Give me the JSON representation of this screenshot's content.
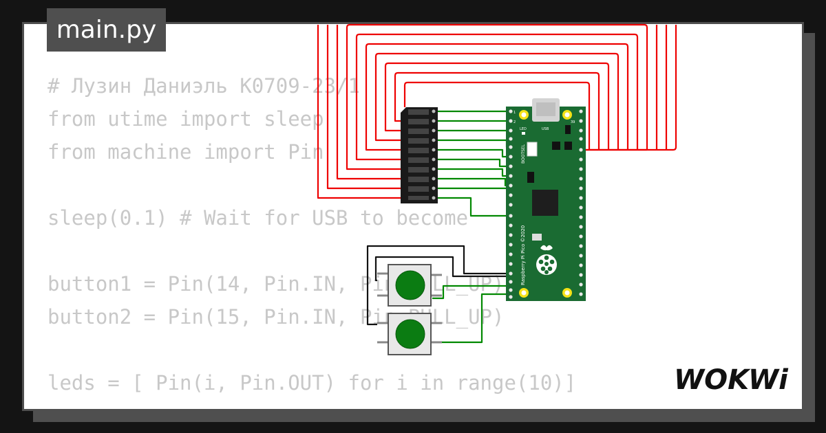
{
  "file_tab": {
    "label": "main.py"
  },
  "code": {
    "lines": [
      "# Лузин Даниэль К0709-23/1",
      "from utime import sleep",
      "from machine import Pin",
      "",
      "sleep(0.1) # Wait for USB to become",
      "",
      "button1 = Pin(14, Pin.IN, Pin.PULL_UP)",
      "button2 = Pin(15, Pin.IN, Pin.PULL_UP)",
      "",
      "leds = [ Pin(i, Pin.OUT) for i in range(10)]"
    ]
  },
  "board": {
    "led_label": "LED",
    "usb_label": "USB",
    "bootsel_label": "BOOTSEL",
    "silk_text": "Raspberry Pi Pico ©2020",
    "pin1": "1",
    "pin2": "2",
    "pin39": "39"
  },
  "brand": {
    "logo": "WOKWi"
  },
  "colors": {
    "background": "#141414",
    "frame": "#4f4f4f",
    "code_text": "#c8c8c8",
    "red_wire": "#ee0000",
    "green_wire": "#008800",
    "black_wire": "#111111",
    "pcb": "#1a6b32",
    "button_cap": "#0b7c12"
  }
}
